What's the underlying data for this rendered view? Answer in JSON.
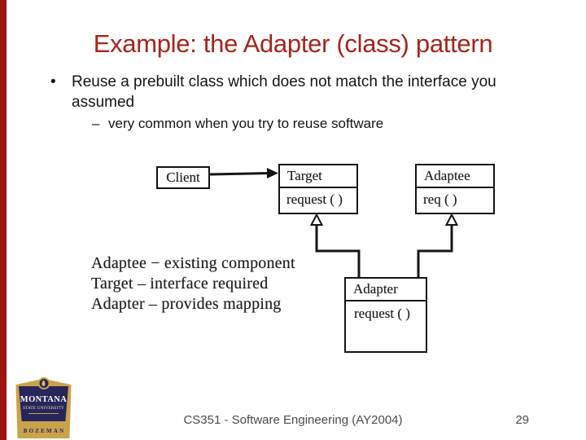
{
  "slide": {
    "title": "Example: the Adapter (class) pattern",
    "bullet": {
      "marker": "•",
      "line1": "Reuse a prebuilt class which does not match the interface you",
      "line2": "assumed"
    },
    "sub_bullet": {
      "marker": "–",
      "text": "very common when you try to reuse software"
    }
  },
  "diagram": {
    "client": {
      "name": "Client"
    },
    "target": {
      "name": "Target",
      "operation": "request ( )"
    },
    "adaptee": {
      "name": "Adaptee",
      "operation": "req ( )"
    },
    "adapter": {
      "name": "Adapter",
      "operation": "request ( )"
    },
    "legend": {
      "line1": "Adaptee − existing component",
      "line2": "Target – interface required",
      "line3": "Adapter – provides mapping"
    }
  },
  "footer": {
    "course": "CS351 - Software Engineering (AY2004)",
    "page_number": "29"
  },
  "logo": {
    "institution": "MONTANA",
    "subtitle": "STATE UNIVERSITY",
    "city": "BOZEMAN"
  },
  "colors": {
    "title_red": "#A8231B",
    "accent_bar_red": "#9E150F",
    "diagram_ink": "#141414",
    "footer_gray": "#4F4A46",
    "logo_navy": "#28255A",
    "logo_gold": "#C9A24C"
  }
}
